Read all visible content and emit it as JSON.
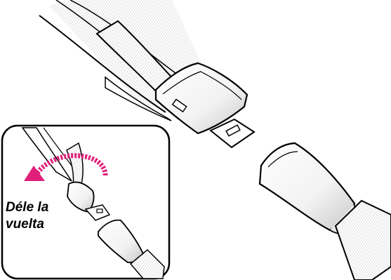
{
  "caption": {
    "line1": "Déle la",
    "line2": "vuelta"
  },
  "colors": {
    "arrow": "#e0207a",
    "outline": "#000000",
    "fill": "#ffffff"
  },
  "icons": [
    "seat-belt-strap",
    "buckle-latch",
    "buckle-receiver",
    "twist-arrow"
  ]
}
